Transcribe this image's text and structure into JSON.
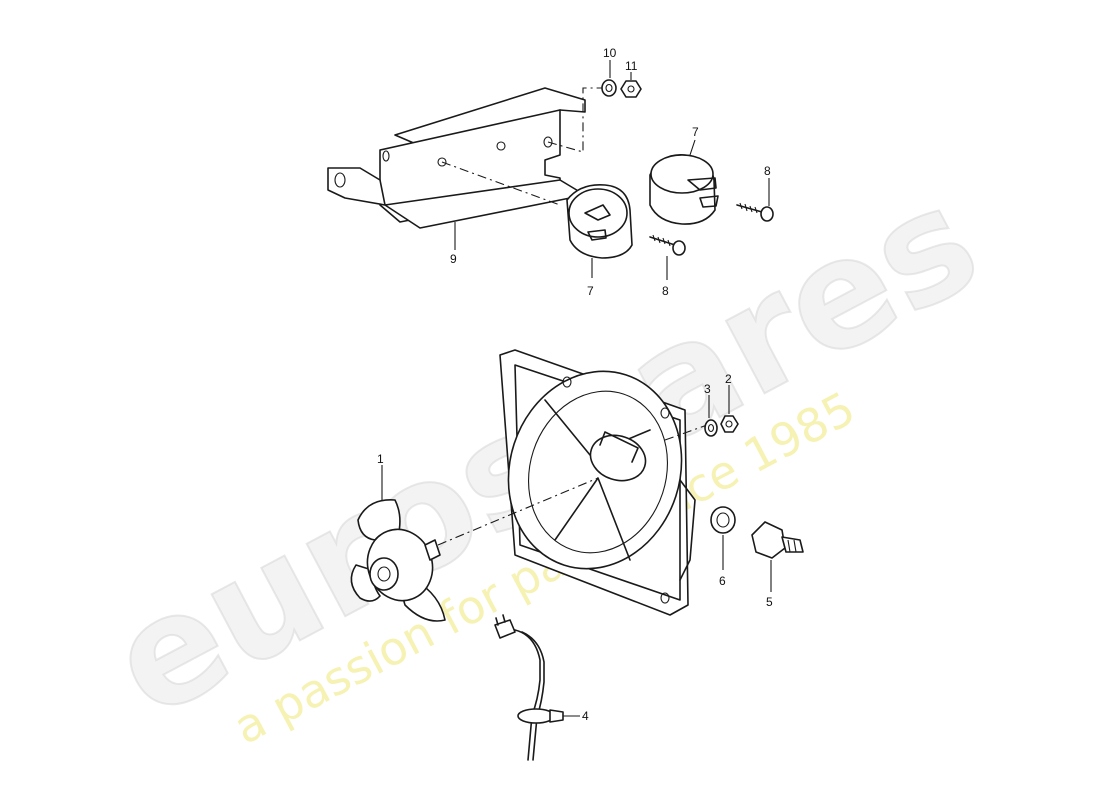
{
  "watermark": {
    "brand": "eurospares",
    "tagline": "a passion for parts since 1985"
  },
  "callouts": {
    "p1": "1",
    "p2": "2",
    "p3": "3",
    "p4": "4",
    "p5": "5",
    "p6": "6",
    "p7a": "7",
    "p7b": "7",
    "p8a": "8",
    "p8b": "8",
    "p9": "9",
    "p10": "10",
    "p11": "11"
  },
  "colors": {
    "line": "#1a1a1a",
    "watermark_grey": "#eaeaea",
    "watermark_yellow": "#f3ee9a"
  }
}
